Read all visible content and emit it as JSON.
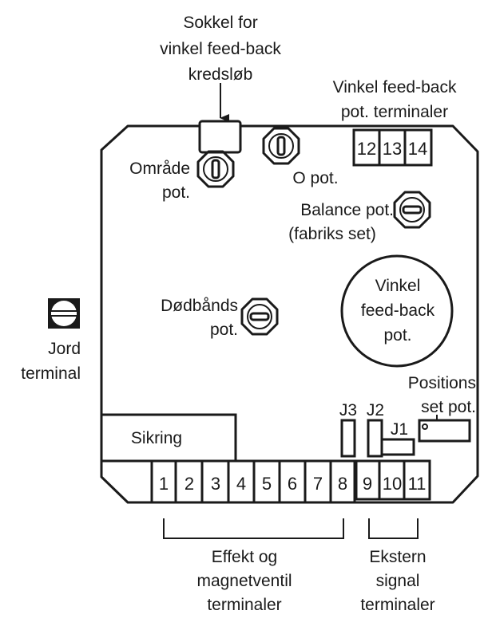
{
  "labels": {
    "socket": [
      "Sokkel for",
      "vinkel feed-back",
      "kredsløb"
    ],
    "feedback_terminals": [
      "Vinkel feed-back",
      "pot. terminaler"
    ],
    "omraade_pot": [
      "Område",
      "pot."
    ],
    "o_pot": "O pot.",
    "balance_pot": [
      "Balance pot.",
      "(fabriks set)"
    ],
    "doedbaands_pot": [
      "Dødbånds",
      "pot."
    ],
    "feedback_pot": [
      "Vinkel",
      "feed-back",
      "pot."
    ],
    "jord_terminal": [
      "Jord",
      "terminal"
    ],
    "positions_set_pot": [
      "Positions",
      "set pot."
    ],
    "jumpers": {
      "j1": "J1",
      "j2": "J2",
      "j3": "J3"
    },
    "sikring": "Sikring",
    "effekt_group": [
      "Effekt og",
      "magnetventil",
      "terminaler"
    ],
    "ekstern_group": [
      "Ekstern",
      "signal",
      "terminaler"
    ]
  },
  "terminals": {
    "power": [
      "1",
      "2",
      "3",
      "4",
      "5",
      "6",
      "7",
      "8"
    ],
    "signal": [
      "9",
      "10",
      "11"
    ],
    "feedback": [
      "12",
      "13",
      "14"
    ]
  },
  "icons": {
    "pot": "octagonal-potentiometer-icon",
    "ground": "ground-screw-terminal-icon",
    "arrow": "arrow-down-icon"
  },
  "colors": {
    "ink": "#1a1a1a",
    "background": "#ffffff"
  }
}
